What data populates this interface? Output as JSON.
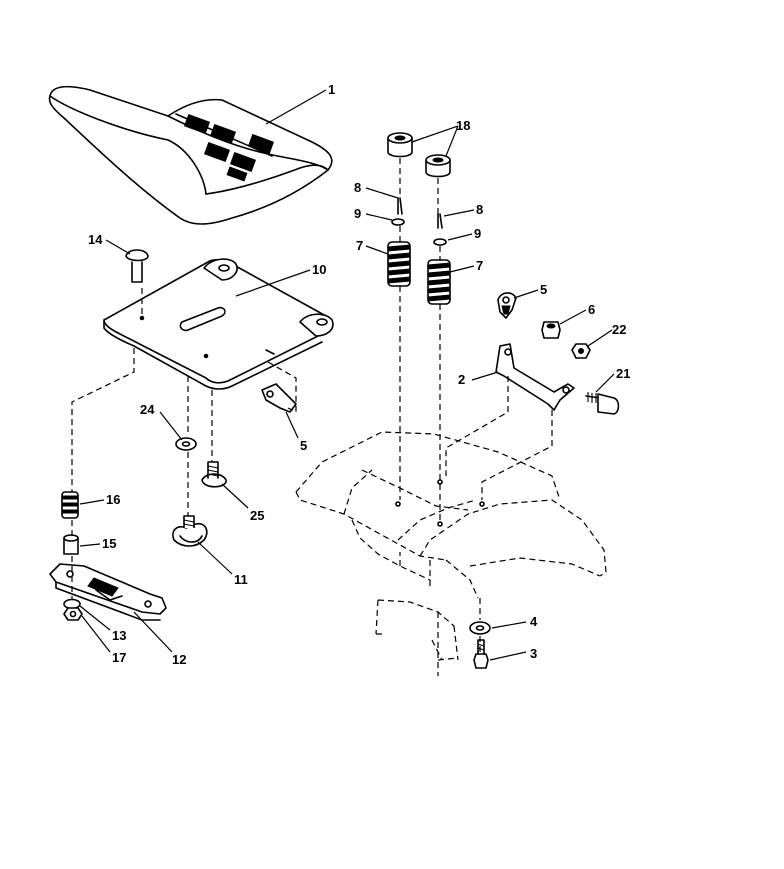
{
  "diagram": {
    "callouts": {
      "seat": "1",
      "bolt_3": "3",
      "washer_4": "4",
      "lever_5_right": "5",
      "lever_5_left": "5",
      "nut_6": "6",
      "spring_7_left": "7",
      "spring_7_right": "7",
      "cotter_8_left": "8",
      "cotter_8_right": "8",
      "washer_9_left": "9",
      "washer_9_right": "9",
      "pan_10": "10",
      "knob_11": "11",
      "bracket_12": "12",
      "washer_13": "13",
      "bolt_14": "14",
      "spacer_15": "15",
      "spring_16": "16",
      "nut_17": "17",
      "bumper_18": "18",
      "bracket_2": "2",
      "bolt_21": "21",
      "nut_22": "22",
      "washer_24": "24",
      "bolt_25": "25"
    }
  }
}
